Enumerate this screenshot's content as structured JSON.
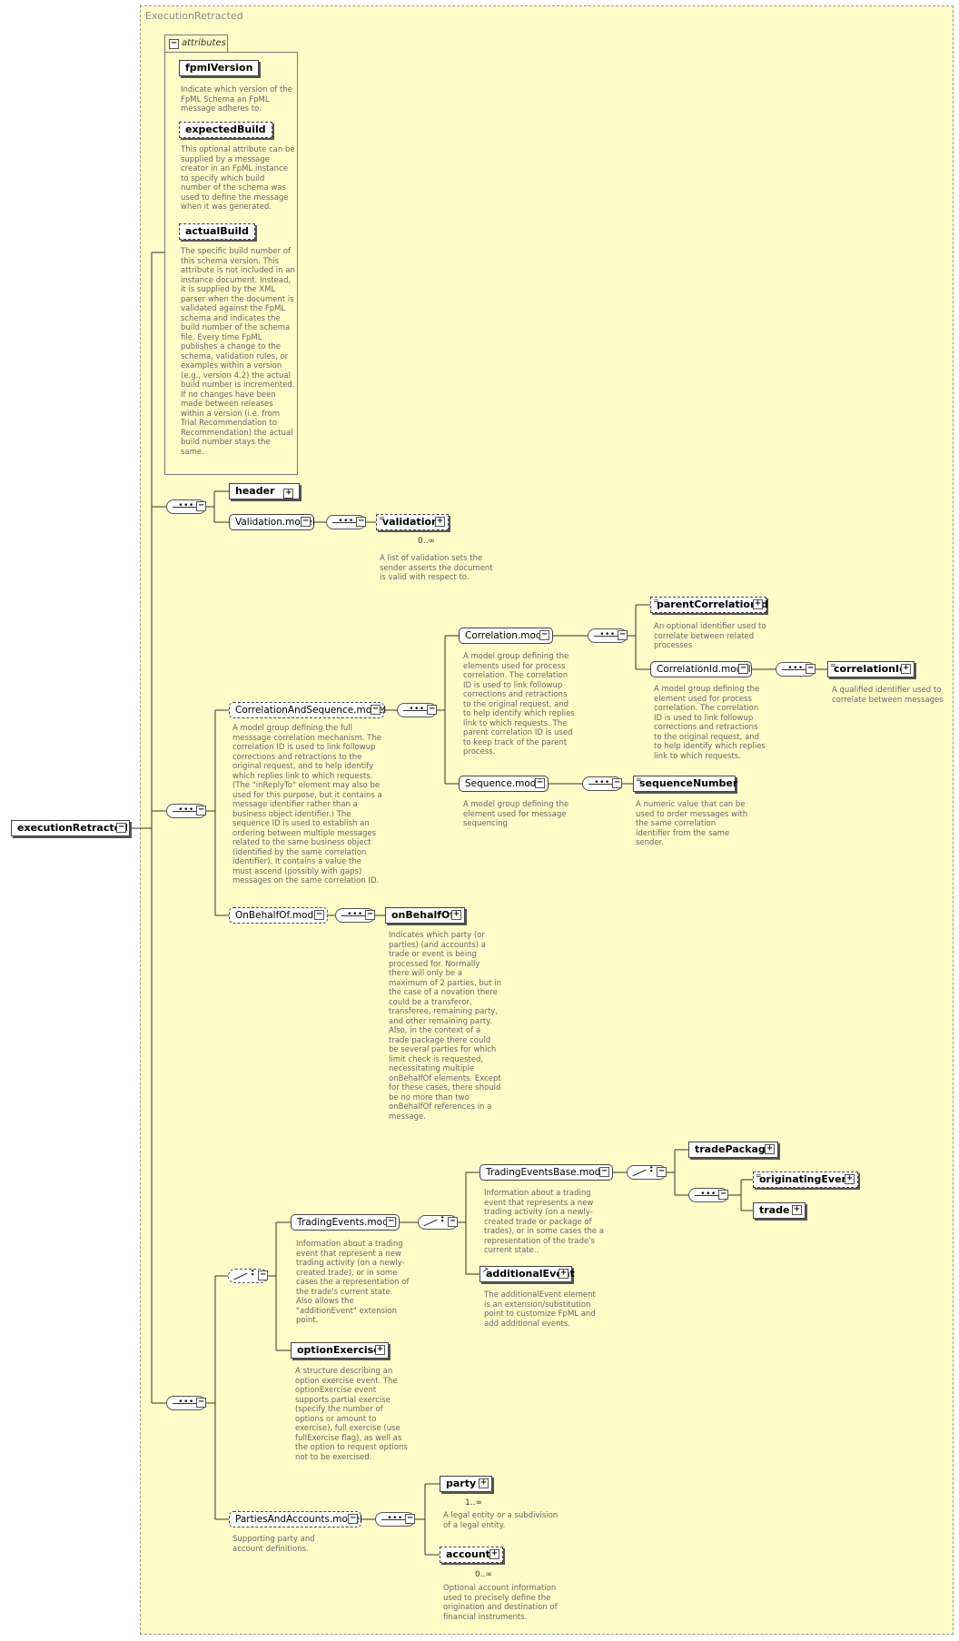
{
  "frame_title": "ExecutionRetracted",
  "attributes_label": "attributes",
  "attributes": [
    {
      "name": "fpmlVersion",
      "desc": "Indicate which version of the FpML Schema an FpML message adheres to."
    },
    {
      "name": "expectedBuild",
      "desc": "This optional attribute can be supplied by a message creator in an FpML instance to specify which build number of the schema was used to define the message when it was generated."
    },
    {
      "name": "actualBuild",
      "desc": "The specific build number of this schema version. This attribute is not included in an instance document. Instead, it is supplied by the XML parser when the document is validated against the FpML schema and indicates the build number of the schema file. Every time FpML publishes a change to the schema, validation rules, or examples within a version (e.g., version 4.2) the actual build number is incremented. If no changes have been made between releases within a version (i.e. from Trial Recommendation to Recommendation) the actual build number stays the same."
    }
  ],
  "root": "executionRetracted",
  "nodes": {
    "header": "header",
    "validation_model": "Validation.model",
    "validation": "validation",
    "validation_card": "0..∞",
    "validation_desc": "A list of validation sets the sender asserts the document is valid with respect to.",
    "cas_model": "CorrelationAndSequence.model",
    "cas_desc": "A model group defining the full messsage correlation mechanism. The correlation ID is used to link followup corrections and retractions to the original request, and to help identify which replies link to which requests. (The \"inReplyTo\" element may also be used for this purpose, but it contains a message identifier rather than a business object identifier.) The sequence ID is used to establish an ordering between multiple messages related to the same business object (identified by the same correlation identifier). It contains a value the must ascend (possibly with gaps) messages on the same correlation ID.",
    "correlation_model": "Correlation.model",
    "correlation_desc": "A model group defining the elements used for process correlation. The correlation ID is used to link followup corrections and retractions to the original request, and to help identify which replies link to which requests. The parent correlation ID is used to keep track of the parent process.",
    "parent_correlation_id": "parentCorrelationId",
    "parent_correlation_desc": "An optional identifier used to correlate between related processes",
    "correlation_id_model": "CorrelationId.model",
    "correlation_id_model_desc": "A model group defining the element used for process correlation. The correlation ID is used to link followup corrections and retractions to the original request, and to help identify which replies link to which requests.",
    "correlation_id": "correlationId",
    "correlation_id_desc": "A qualified identifier used to correlate between messages",
    "sequence_model": "Sequence.model",
    "sequence_model_desc": "A model group defining the element used for message sequencing",
    "sequence_number": "sequenceNumber",
    "sequence_number_desc": "A numeric value that can be used to order messages with the same correlation identifier from the same sender.",
    "obo_model": "OnBehalfOf.model",
    "obo": "onBehalfOf",
    "obo_desc": "Indicates which party (or parties) (and accounts) a trade or event is being processed for. Normally there will only be a maximum of 2 parties, but in the case of a novation there could be a transferor, transferee, remaining party, and other remaining party. Also, in the context of a trade package there could be several parties for which limit check is requested, necessitating multiple onBehalfOf elements. Except for these cases, there should be no more than two onBehalfOf references in a message.",
    "te_model": "TradingEvents.model",
    "te_desc": "Information about a trading event that represent a new trading activity (on a newly-created trade), or in some cases the a representation of the trade's current state. Also allows the \"additionEvent\" extension point.",
    "teb_model": "TradingEventsBase.model",
    "teb_desc": "Information about a trading event that represents a new trading activity (on a newly-created trade or package of trades), or in some cases the a representation of the trade's current state..",
    "trade_package": "tradePackage",
    "originating_event": "originatingEvent",
    "trade": "trade",
    "additional_event": "additionalEvent",
    "additional_event_desc": "The additionalEvent element is an extension/substitution point to customize FpML and add additional events.",
    "option_exercise": "optionExercise",
    "option_exercise_desc": "A structure describing an option exercise event. The optionExercise event supports partial exercise (specify the number of options or amount to exercise), full exercise (use fullExercise flag), as well as the option to request options not to be exercised.",
    "paa_model": "PartiesAndAccounts.model",
    "paa_desc": "Supporting party and account definitions.",
    "party": "party",
    "party_card": "1..∞",
    "party_desc": "A legal entity or a subdivision of a legal entity.",
    "account": "account",
    "account_card": "0..∞",
    "account_desc": "Optional account information used to precisely define the origination and destination of financial instruments."
  },
  "toggle_symbols": {
    "collapse": "−",
    "expand": "+"
  },
  "equals_mark": "=",
  "arrow_mark": "↗"
}
